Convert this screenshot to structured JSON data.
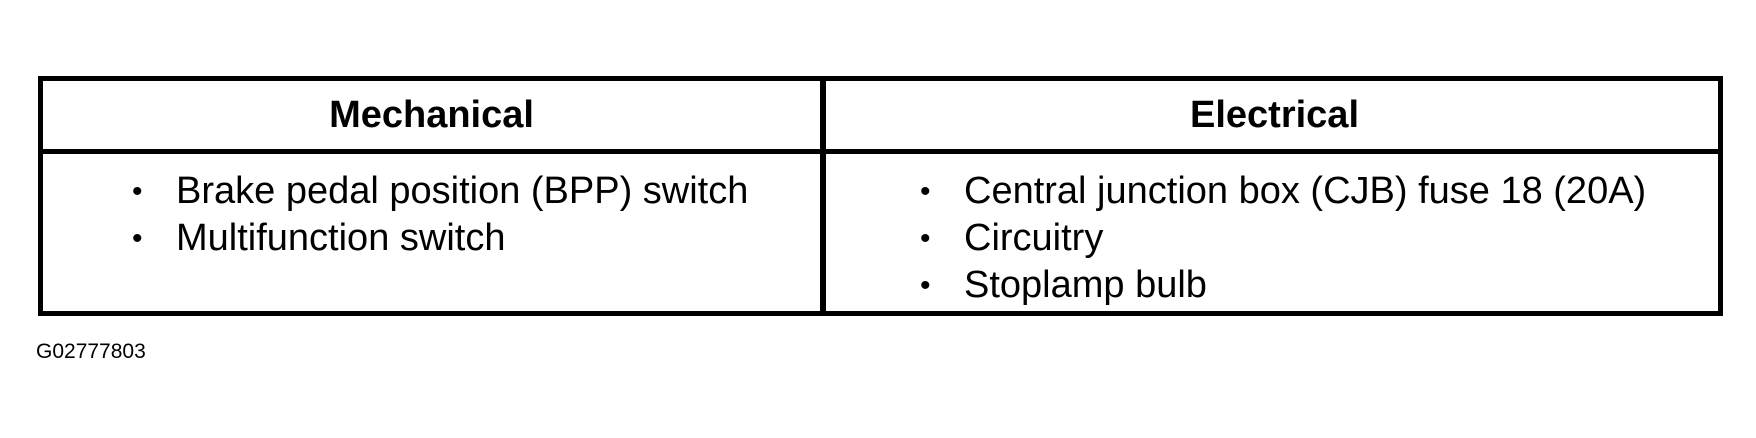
{
  "table": {
    "headers": {
      "mechanical": "Mechanical",
      "electrical": "Electrical"
    },
    "mechanical_items": [
      "Brake pedal position (BPP) switch",
      "Multifunction switch"
    ],
    "electrical_items": [
      "Central junction box (CJB) fuse 18 (20A)",
      "Circuitry",
      "Stoplamp bulb"
    ],
    "bullet_symbol": "•"
  },
  "figure_id": "G02777803"
}
